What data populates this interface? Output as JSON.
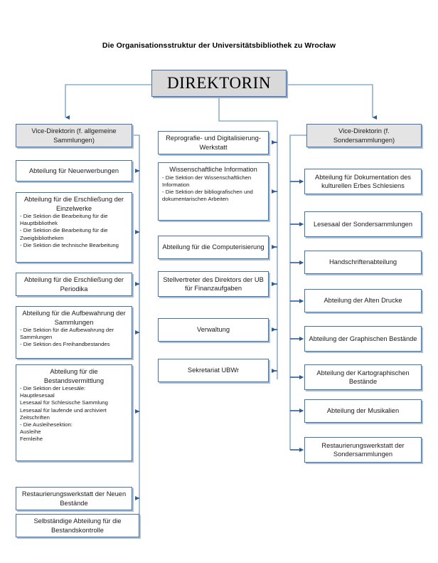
{
  "title": "Die Organisationsstruktur der Universitätsbibliothek zu Wrocław",
  "colors": {
    "border": "#4472a8",
    "shadow": "#a9c0dc",
    "root_fill": "#d9d9d9",
    "shaded_fill": "#e4e4e4",
    "box_fill": "#ffffff",
    "connector": "#8faed2",
    "arrow": "#2e5c96",
    "text": "#1a1a1a"
  },
  "root": {
    "label": "DIREKTORIN"
  },
  "branches": {
    "left_head": "Vice-Direktorin (f. allgemeine Sammlungen)",
    "right_head": "Vice-Direktorin (f. Sondersammlungen)"
  },
  "left_column": [
    {
      "title": "Vice-Direktorin (f. allgemeine Sammlungen)",
      "items": []
    },
    {
      "title": "Abteilung für Neuerwerbungen",
      "items": []
    },
    {
      "title": "Abteilung für die Erschließung der Einzelwerke",
      "items": [
        "- Die Sektion die Bearbeitung für die Hauptbibliothek",
        "- Die Sektion die Bearbeitung für die Zweigbibliotheken",
        "- Die Sektion die technische Bearbeitung"
      ]
    },
    {
      "title": "Abteilung für die Erschließung der Periodika",
      "items": []
    },
    {
      "title": "Abteilung für die Aufbewahrung der Sammlungen",
      "items": [
        "- Die Sektion für die Aufbewahrung der Sammlungen",
        "- Die Sektion des Freihandbestandes"
      ]
    },
    {
      "title": "Abteilung für die Bestandsvermittlung",
      "items": [
        "- Die Sektion der Lesesäle:",
        "Hauptlesesaal",
        "Lesesaal für Schlesische Sammlung",
        "Lesesaal für laufende und archiviert Zeitschriften",
        "- Die Ausleihesektion:",
        "Ausleihe",
        "Fernleihe"
      ]
    },
    {
      "title": "Restaurierungswerkstatt der Neuen Bestände",
      "items": []
    },
    {
      "title": "Selbständige Abteilung für die Bestandskontrolle",
      "items": []
    }
  ],
  "center_column": [
    {
      "title": "Reprografie- und Digitalisierung-Werkstatt",
      "items": []
    },
    {
      "title": "Wissenschaftliche Information",
      "items": [
        "- Die Sektion der Wissenschaftlichen Information",
        "- Die Sektion der bibliografischen und dokumentarischen Arbeiten"
      ]
    },
    {
      "title": "Abteilung für die Computerisierung",
      "items": []
    },
    {
      "title": "Stellvertreter des Direktors der UB für Finanzaufgaben",
      "items": []
    },
    {
      "title": "Verwaltung",
      "items": []
    },
    {
      "title": "Sekretariat UBWr",
      "items": []
    }
  ],
  "right_column": [
    {
      "title": "Vice-Direktorin (f. Sondersammlungen)",
      "items": []
    },
    {
      "title": "Abteilung für Dokumentation des kulturellen Erbes Schlesiens",
      "items": []
    },
    {
      "title": "Lesesaal der Sondersammlungen",
      "items": []
    },
    {
      "title": "Handschriftenabteilung",
      "items": []
    },
    {
      "title": "Abteilung der Alten Drucke",
      "items": []
    },
    {
      "title": "Abteilung der Graphischen Bestände",
      "items": []
    },
    {
      "title": "Abteilung der Kartographischen Bestände",
      "items": []
    },
    {
      "title": "Abteilung der Musikalien",
      "items": []
    },
    {
      "title": "Restaurierungswerkstatt der Sondersammlungen",
      "items": []
    }
  ]
}
